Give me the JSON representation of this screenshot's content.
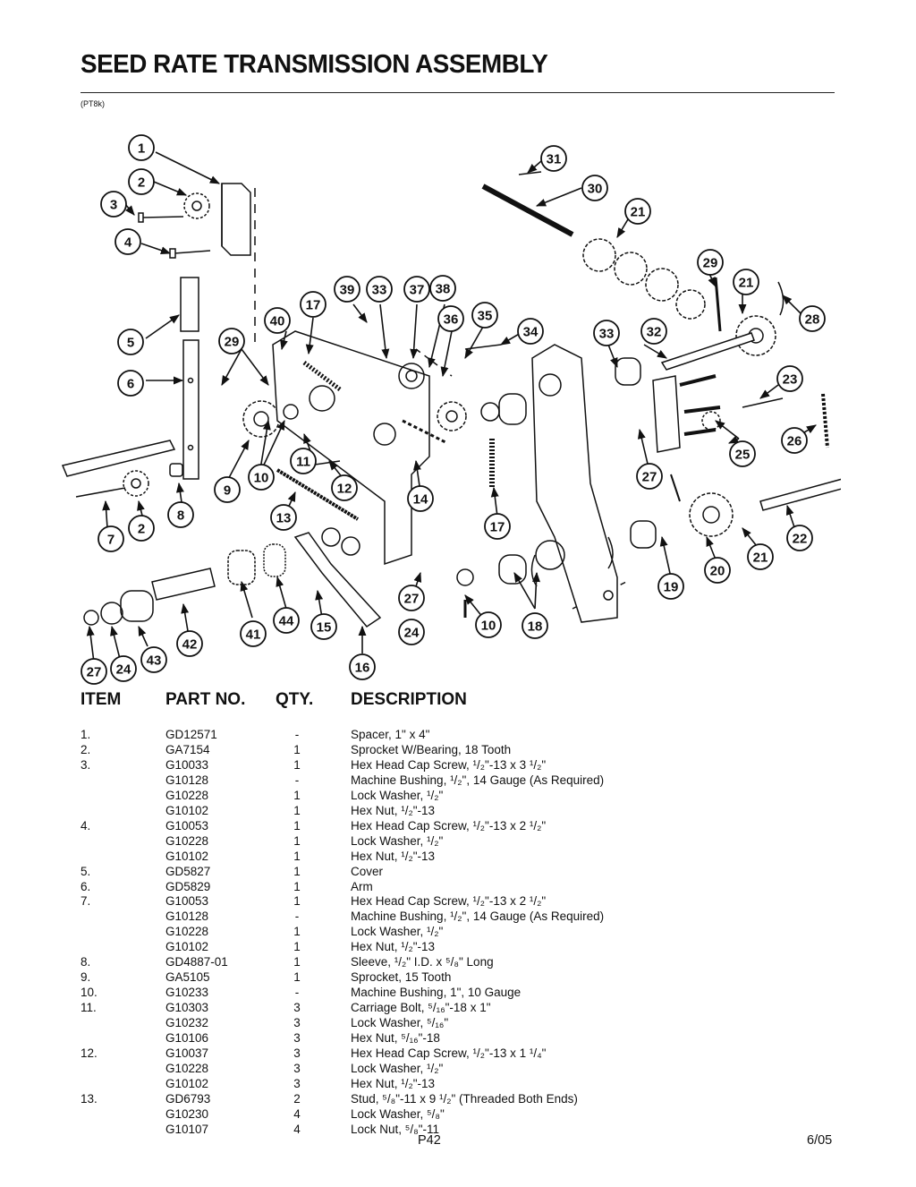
{
  "title": "SEED RATE TRANSMISSION ASSEMBLY",
  "ref_code": "(PT8k)",
  "callouts": [
    "1",
    "2",
    "3",
    "4",
    "5",
    "6",
    "29",
    "7",
    "2",
    "8",
    "9",
    "10",
    "11",
    "12",
    "13",
    "39",
    "33",
    "37",
    "38",
    "40",
    "17",
    "36",
    "35",
    "34",
    "14",
    "17",
    "41",
    "44",
    "15",
    "16",
    "42",
    "43",
    "27",
    "24",
    "31",
    "30",
    "21",
    "29",
    "21",
    "28",
    "33",
    "32",
    "23",
    "26",
    "25",
    "27",
    "22",
    "21",
    "20",
    "19",
    "18",
    "10",
    "27",
    "24"
  ],
  "table_headers": {
    "item": "ITEM",
    "part": "PART NO.",
    "qty": "QTY.",
    "desc": "DESCRIPTION"
  },
  "rows": [
    {
      "item": "1.",
      "part": "GD12571",
      "qty": "-",
      "desc": "Spacer, 1\" x 4\""
    },
    {
      "item": "2.",
      "part": "GA7154",
      "qty": "1",
      "desc": "Sprocket W/Bearing, 18 Tooth"
    },
    {
      "item": "3.",
      "part": "G10033",
      "qty": "1",
      "desc": "Hex Head Cap Screw, ¹/₂\"-13 x 3 ¹/₂\""
    },
    {
      "item": "",
      "part": "G10128",
      "qty": "-",
      "desc": "Machine Bushing, ¹/₂\", 14 Gauge (As Required)"
    },
    {
      "item": "",
      "part": "G10228",
      "qty": "1",
      "desc": "Lock Washer, ¹/₂\""
    },
    {
      "item": "",
      "part": "G10102",
      "qty": "1",
      "desc": "Hex Nut, ¹/₂\"-13"
    },
    {
      "item": "4.",
      "part": "G10053",
      "qty": "1",
      "desc": "Hex Head Cap Screw, ¹/₂\"-13 x 2 ¹/₂\""
    },
    {
      "item": "",
      "part": "G10228",
      "qty": "1",
      "desc": "Lock Washer, ¹/₂\""
    },
    {
      "item": "",
      "part": "G10102",
      "qty": "1",
      "desc": "Hex Nut, ¹/₂\"-13"
    },
    {
      "item": "5.",
      "part": "GD5827",
      "qty": "1",
      "desc": "Cover"
    },
    {
      "item": "6.",
      "part": "GD5829",
      "qty": "1",
      "desc": "Arm"
    },
    {
      "item": "7.",
      "part": "G10053",
      "qty": "1",
      "desc": "Hex Head Cap Screw, ¹/₂\"-13 x 2 ¹/₂\""
    },
    {
      "item": "",
      "part": "G10128",
      "qty": "-",
      "desc": "Machine Bushing, ¹/₂\", 14 Gauge (As Required)"
    },
    {
      "item": "",
      "part": "G10228",
      "qty": "1",
      "desc": "Lock Washer, ¹/₂\""
    },
    {
      "item": "",
      "part": "G10102",
      "qty": "1",
      "desc": "Hex Nut, ¹/₂\"-13"
    },
    {
      "item": "8.",
      "part": "GD4887-01",
      "qty": "1",
      "desc": "Sleeve, ¹/₂\" I.D. x  ⁵/₈\" Long"
    },
    {
      "item": "9.",
      "part": "GA5105",
      "qty": "1",
      "desc": "Sprocket, 15 Tooth"
    },
    {
      "item": "10.",
      "part": "G10233",
      "qty": "-",
      "desc": "Machine Bushing, 1\", 10 Gauge"
    },
    {
      "item": "11.",
      "part": "G10303",
      "qty": "3",
      "desc": "Carriage Bolt, ⁵/₁₆\"-18 x 1\""
    },
    {
      "item": "",
      "part": "G10232",
      "qty": "3",
      "desc": "Lock Washer, ⁵/₁₆\""
    },
    {
      "item": "",
      "part": "G10106",
      "qty": "3",
      "desc": "Hex Nut, ⁵/₁₆\"-18"
    },
    {
      "item": "12.",
      "part": "G10037",
      "qty": "3",
      "desc": "Hex Head Cap Screw, ¹/₂\"-13 x 1 ¹/₄\""
    },
    {
      "item": "",
      "part": "G10228",
      "qty": "3",
      "desc": "Lock Washer, ¹/₂\""
    },
    {
      "item": "",
      "part": "G10102",
      "qty": "3",
      "desc": "Hex Nut, ¹/₂\"-13"
    },
    {
      "item": "13.",
      "part": "GD6793",
      "qty": "2",
      "desc": "Stud, ⁵/₈\"-11 x 9 ¹/₂\" (Threaded Both Ends)"
    },
    {
      "item": "",
      "part": "G10230",
      "qty": "4",
      "desc": "Lock Washer, ⁵/₈\""
    },
    {
      "item": "",
      "part": "G10107",
      "qty": "4",
      "desc": "Lock Nut, ⁵/₈\"-11"
    }
  ],
  "footer": {
    "page": "P42",
    "date": "6/05"
  }
}
